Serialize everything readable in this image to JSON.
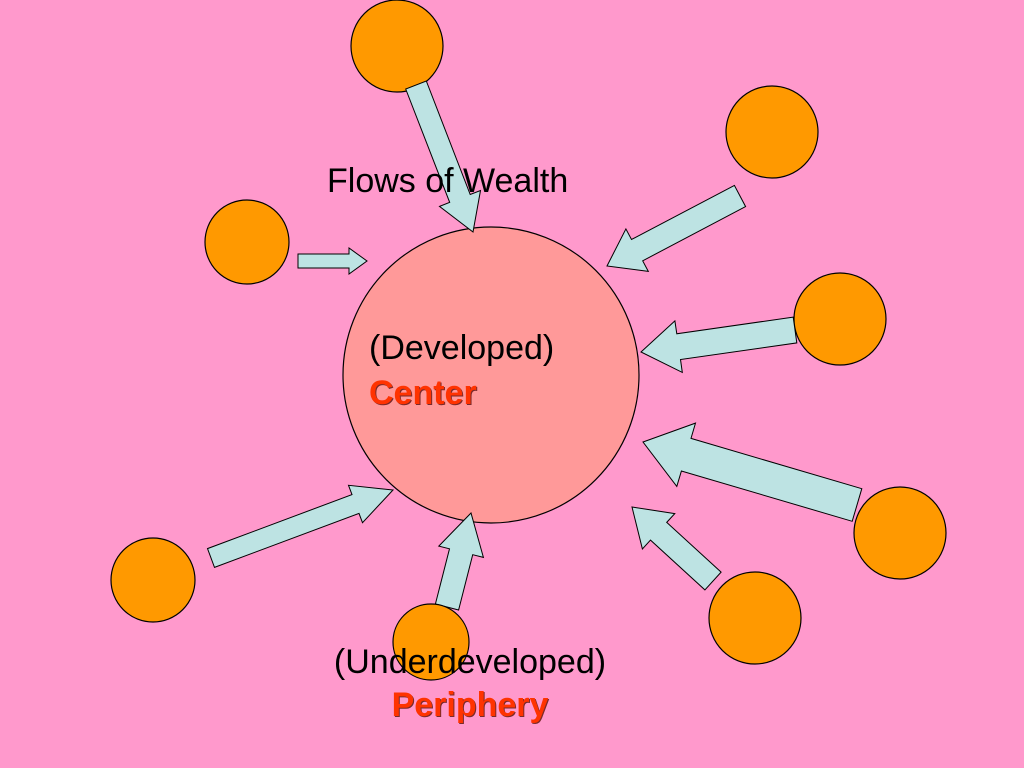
{
  "title": "Flows of Wealth",
  "center": {
    "qualifier": "(Developed)",
    "label": "Center"
  },
  "periphery": {
    "qualifier": "(Underdeveloped)",
    "label": "Periphery"
  },
  "colors": {
    "background": "#ff99cc",
    "center_fill": "#ff9999",
    "periphery_fill": "#ff9900",
    "arrow_fill": "#bde3e3",
    "emphasis_text": "#ff3300"
  }
}
